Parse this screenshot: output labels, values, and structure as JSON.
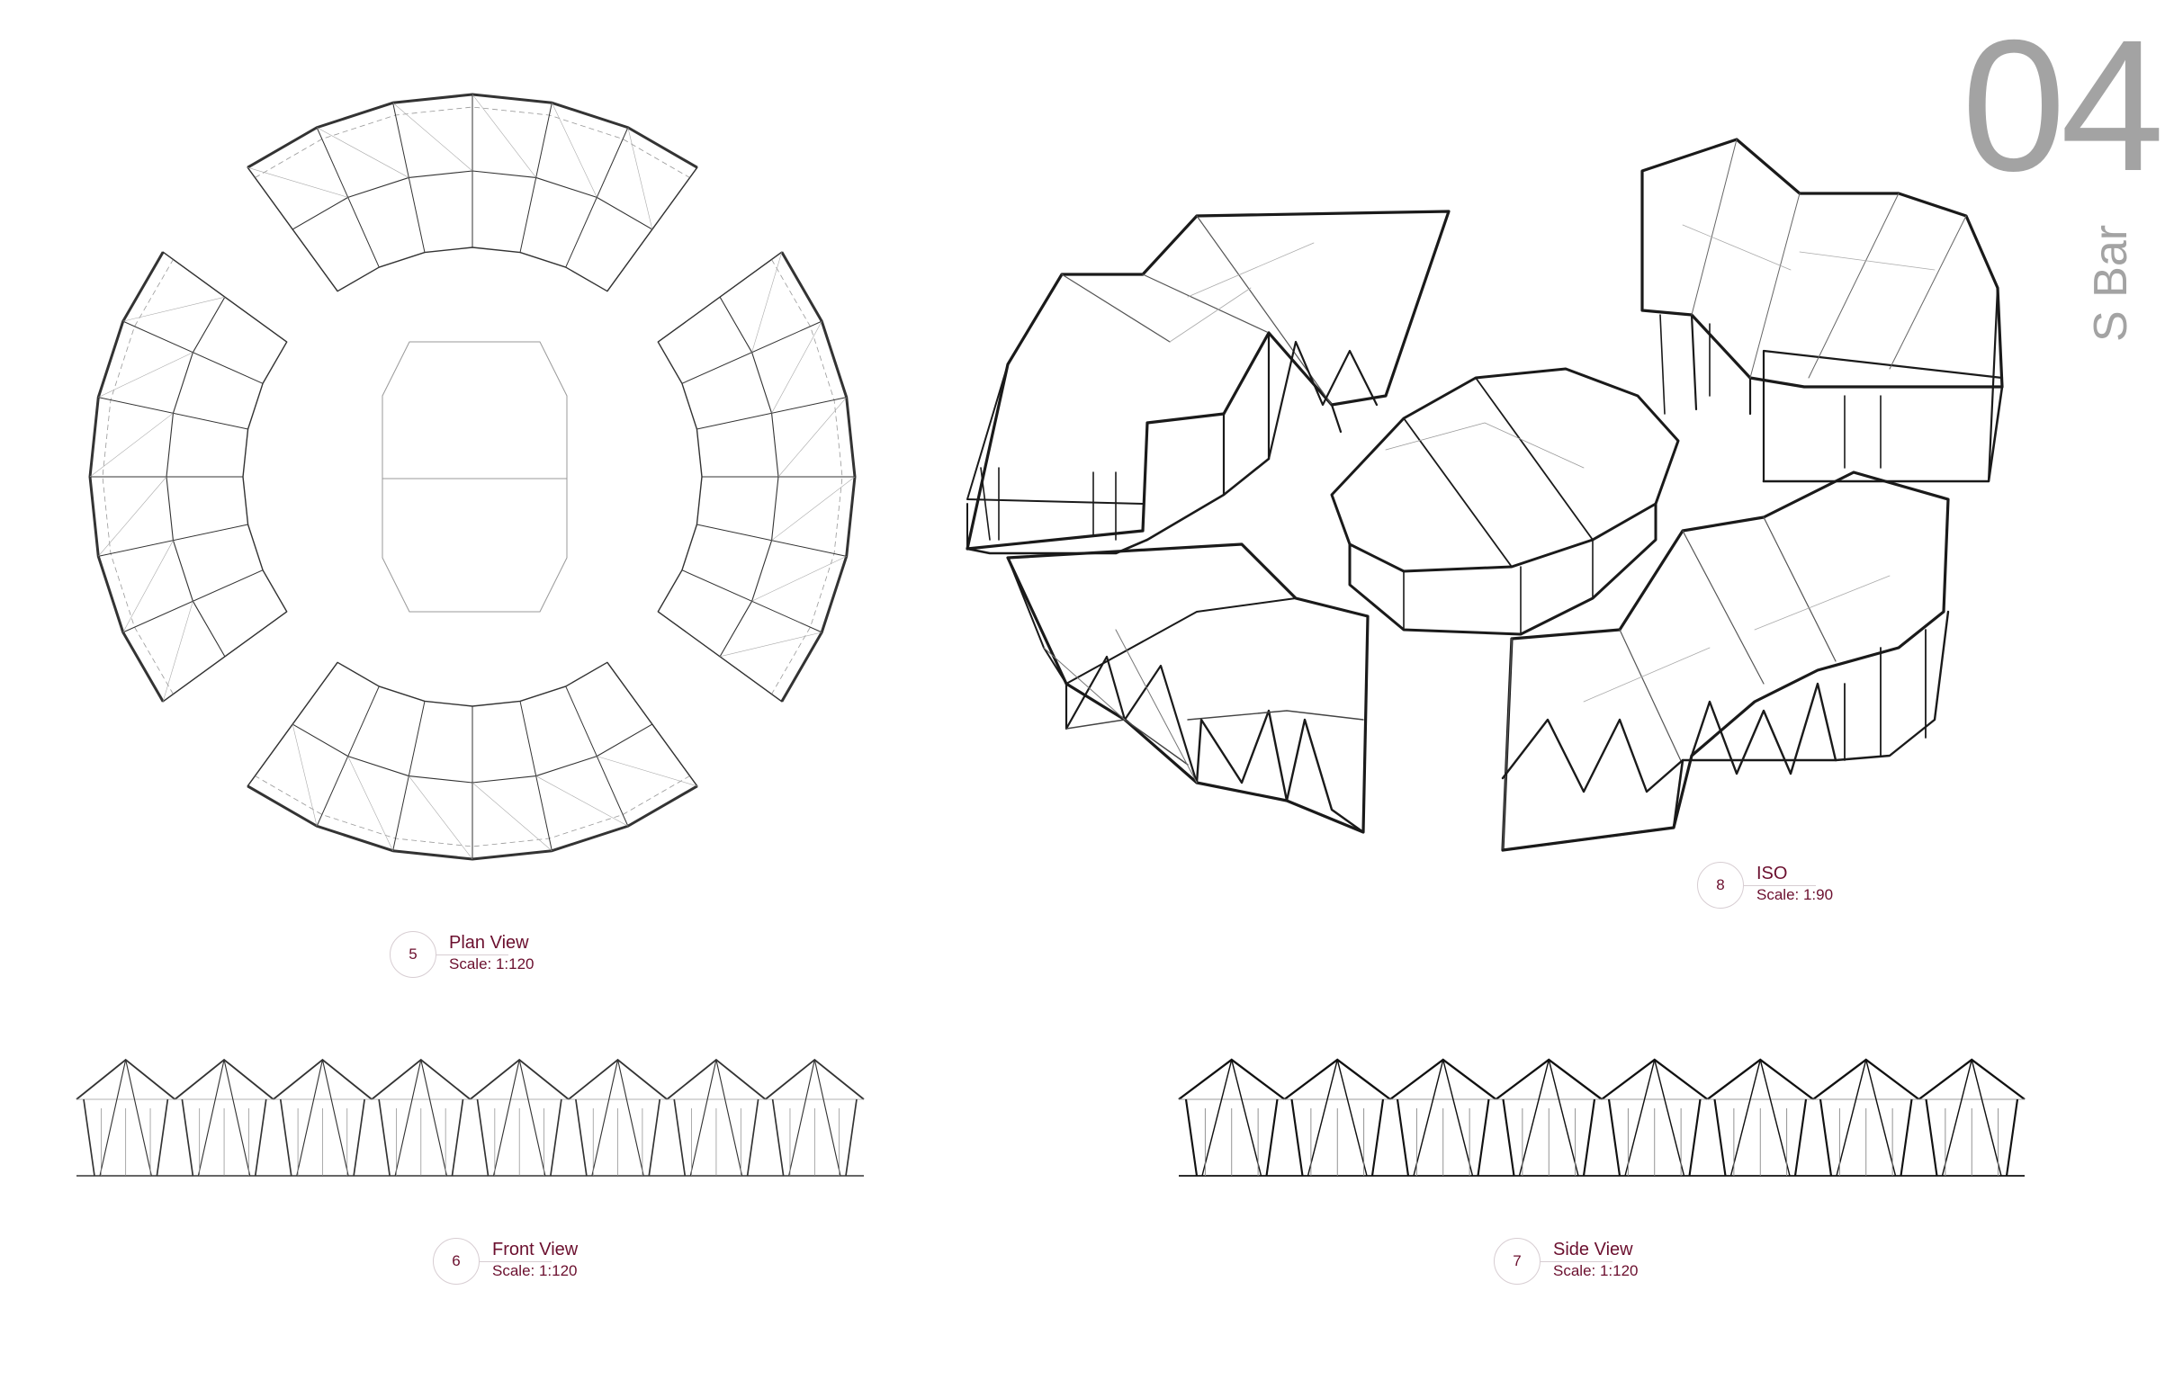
{
  "sheet": {
    "number": "04",
    "title": "S Bar"
  },
  "views": {
    "plan": {
      "number": "5",
      "name": "Plan View",
      "scale": "Scale: 1:120"
    },
    "iso": {
      "number": "8",
      "name": "ISO",
      "scale": "Scale: 1:90"
    },
    "front": {
      "number": "6",
      "name": "Front View",
      "scale": "Scale: 1:120"
    },
    "side": {
      "number": "7",
      "name": "Side View",
      "scale": "Scale: 1:120"
    }
  },
  "colors": {
    "label_text": "#6b0f2e",
    "label_circle": "#d7cdd2",
    "sheet_number": "#a3a3a3",
    "linework": "#1a1a1a"
  }
}
